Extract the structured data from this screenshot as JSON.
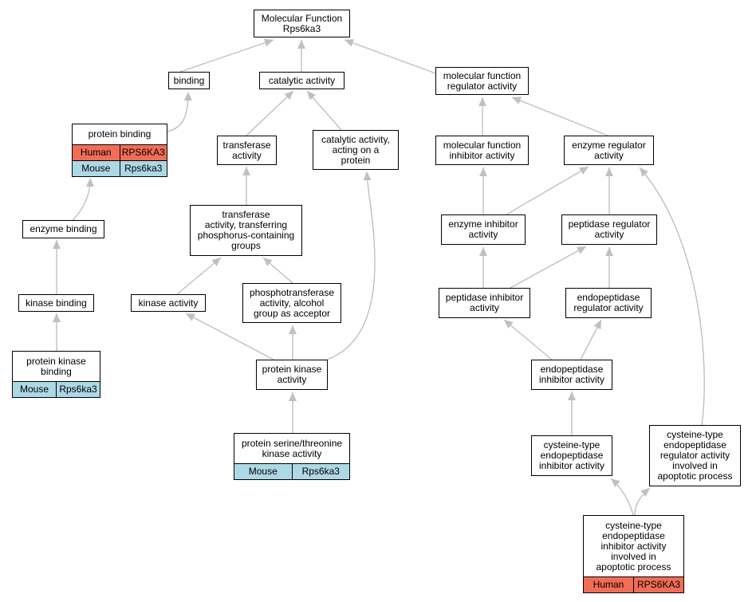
{
  "colors": {
    "human": "#f26d55",
    "mouse": "#add8e6",
    "edge": "#c0c0c0"
  },
  "nodes": {
    "root": "Molecular Function\nRps6ka3",
    "binding": "binding",
    "catalytic": "catalytic activity",
    "mf_regulator": "molecular function\nregulator activity",
    "protein_binding": "protein binding",
    "transferase": "transferase\nactivity",
    "catalytic_protein": "catalytic activity,\nacting on a\nprotein",
    "mf_inhibitor": "molecular function\ninhibitor activity",
    "enzyme_regulator": "enzyme regulator\nactivity",
    "enzyme_binding": "enzyme binding",
    "transferase_phos": "transferase\nactivity, transferring\nphosphorus-containing\ngroups",
    "enzyme_inhibitor": "enzyme inhibitor\nactivity",
    "peptidase_regulator": "peptidase regulator\nactivity",
    "kinase_binding": "kinase binding",
    "kinase_activity": "kinase activity",
    "phosphotransferase": "phosphotransferase\nactivity, alcohol\ngroup as acceptor",
    "peptidase_inhibitor": "peptidase inhibitor\nactivity",
    "endopeptidase_regulator": "endopeptidase\nregulator activity",
    "protein_kinase_binding": "protein kinase\nbinding",
    "protein_kinase_activity": "protein kinase\nactivity",
    "endopeptidase_inhibitor": "endopeptidase\ninhibitor activity",
    "cysteine_inhibitor": "cysteine-type\nendopeptidase\ninhibitor activity",
    "cysteine_regulator_apoptotic": "cysteine-type\nendopeptidase\nregulator activity\ninvolved in\napoptotic process",
    "ser_thr_kinase": "protein serine/threonine\nkinase activity",
    "cysteine_inhibitor_apoptotic": "cysteine-type\nendopeptidase\ninhibitor activity\ninvolved in\napoptotic process"
  },
  "annotations": {
    "protein_binding": [
      {
        "species": "Human",
        "gene": "RPS6KA3"
      },
      {
        "species": "Mouse",
        "gene": "Rps6ka3"
      }
    ],
    "protein_kinase_binding": [
      {
        "species": "Mouse",
        "gene": "Rps6ka3"
      }
    ],
    "ser_thr_kinase": [
      {
        "species": "Mouse",
        "gene": "Rps6ka3"
      }
    ],
    "cysteine_inhibitor_apoptotic": [
      {
        "species": "Human",
        "gene": "RPS6KA3"
      }
    ]
  }
}
